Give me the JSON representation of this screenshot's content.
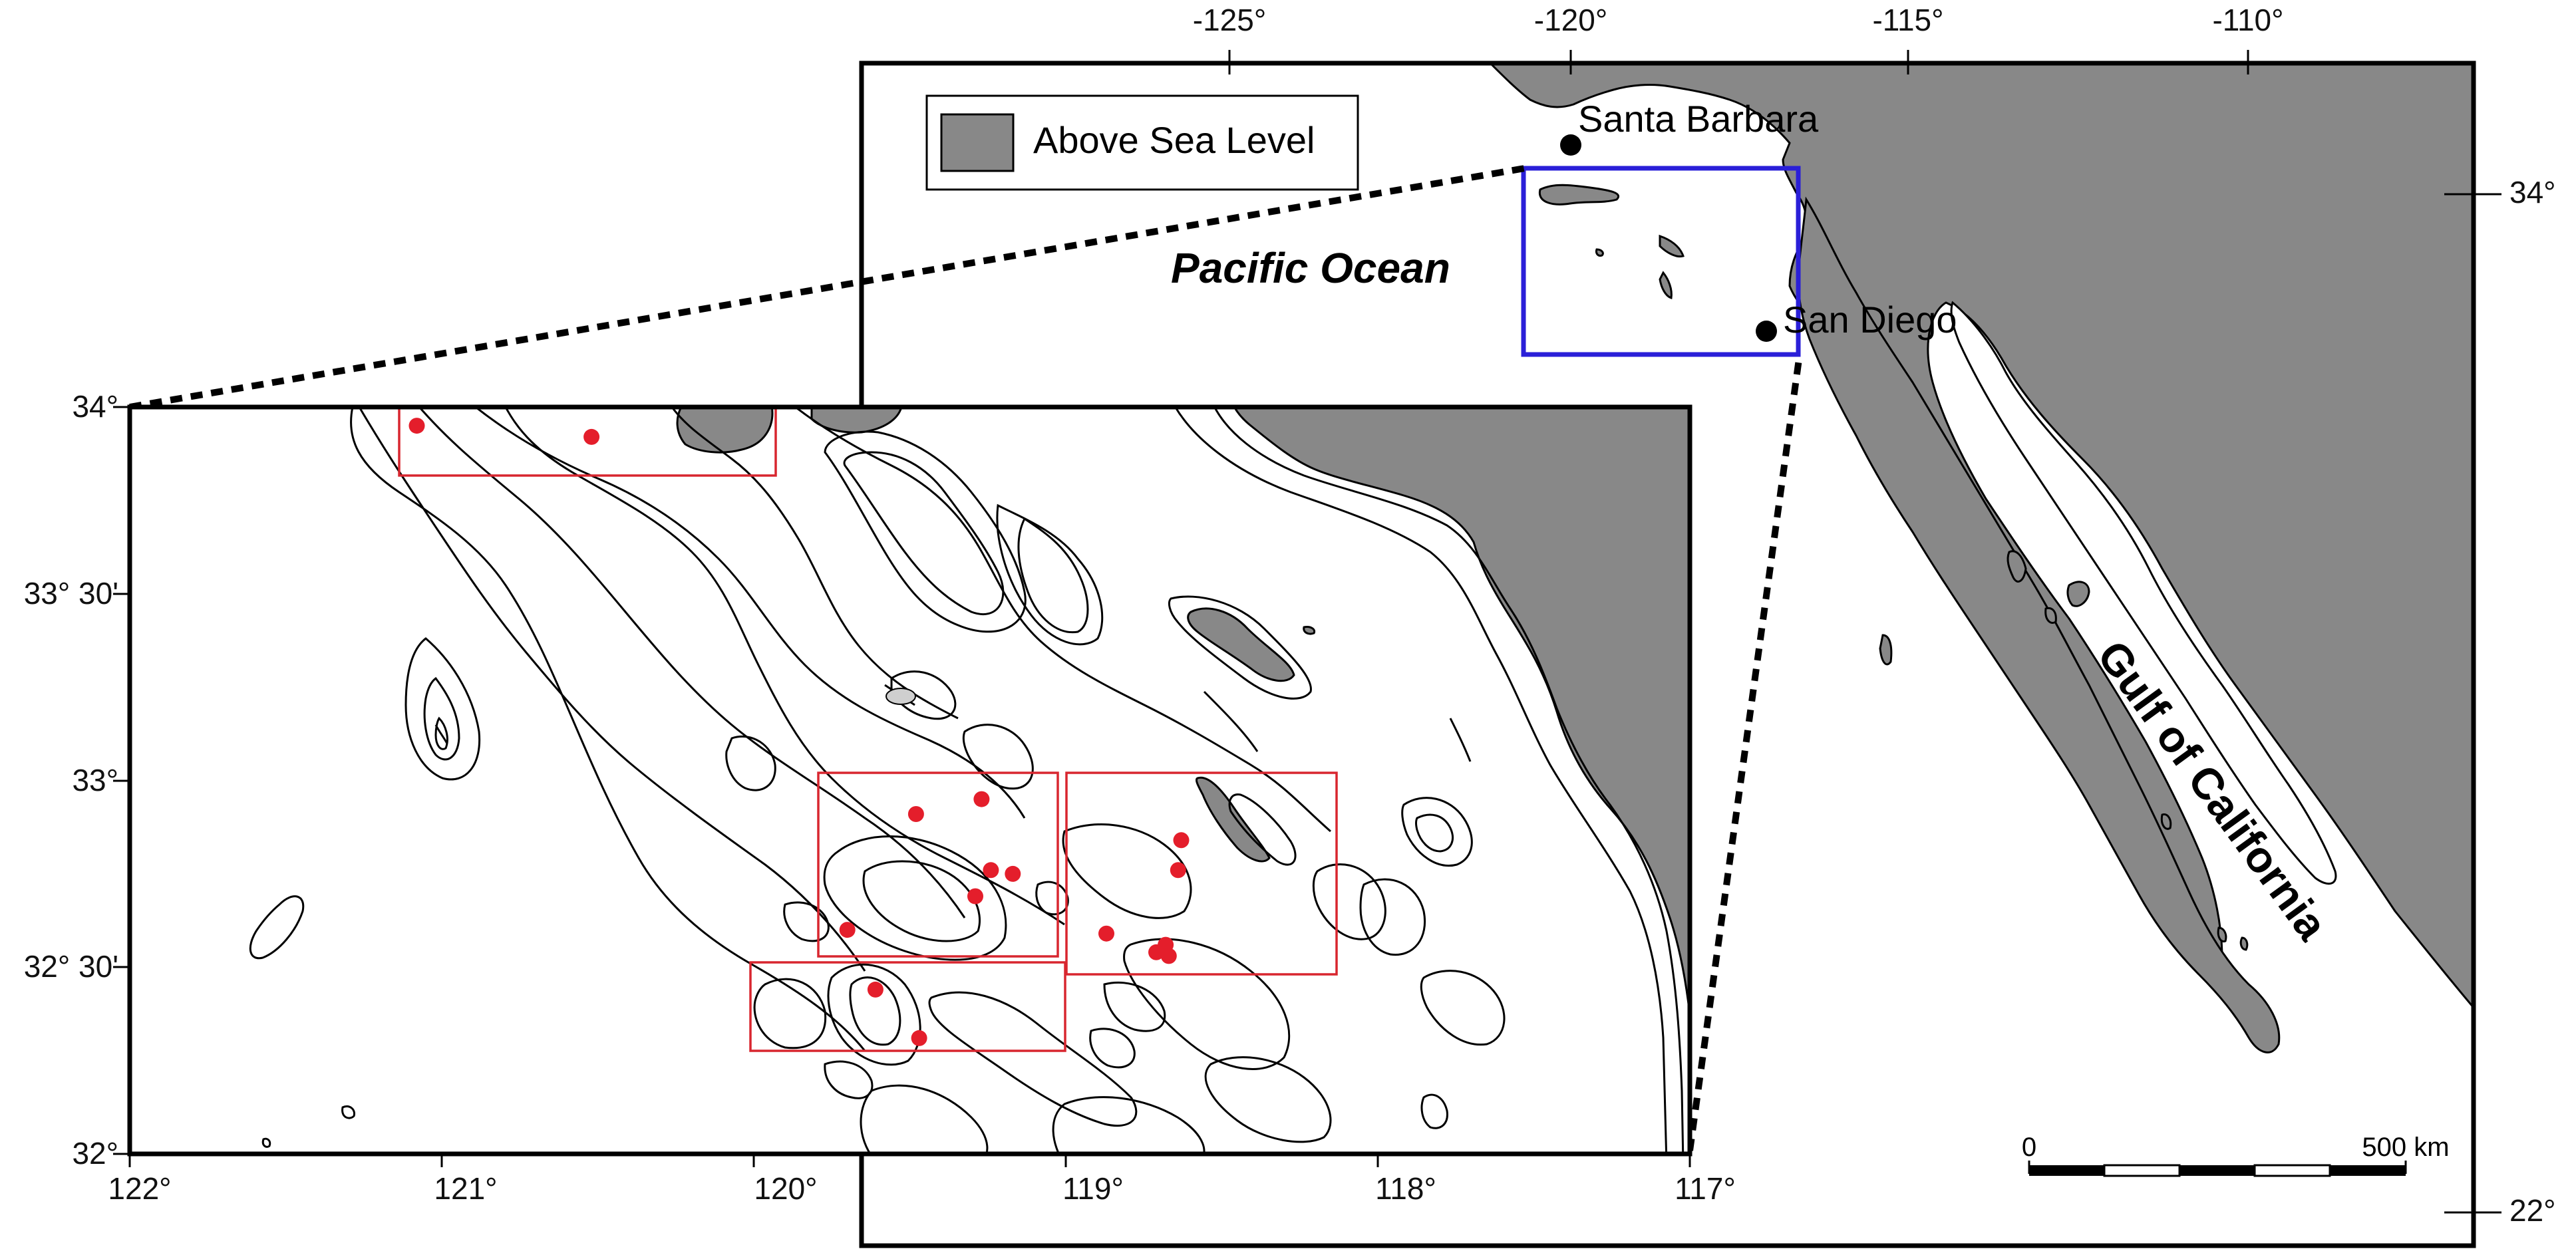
{
  "legend": {
    "label": "Above Sea Level",
    "swatch_color": "#888888"
  },
  "overview_map": {
    "longitude_ticks": [
      "-125°",
      "-120°",
      "-115°",
      "-110°"
    ],
    "latitude_ticks": [
      "34°",
      "22°"
    ],
    "places": [
      {
        "name": "Santa Barbara",
        "lon": -119.7,
        "lat": 34.4
      },
      {
        "name": "San Diego",
        "lon": -117.2,
        "lat": 32.7
      }
    ],
    "water_labels": {
      "ocean": "Pacific Ocean",
      "gulf": "Gulf of California"
    },
    "scale_bar": {
      "start_label": "0",
      "end_label": "500 km",
      "segments": 5
    },
    "inset_box_color": "#2a1fd8"
  },
  "detail_map": {
    "longitude_ticks": [
      "122°",
      "121°",
      "120°",
      "119°",
      "118°",
      "117°"
    ],
    "latitude_ticks": [
      "34°",
      "33° 30'",
      "33°",
      "32° 30'",
      "32°"
    ],
    "sample_color": "#e41e2b",
    "sample_points": [
      {
        "lon": -121.08,
        "lat": 33.95
      },
      {
        "lon": -120.52,
        "lat": 33.92
      },
      {
        "lon": -119.48,
        "lat": 32.91
      },
      {
        "lon": -119.27,
        "lat": 32.95
      },
      {
        "lon": -119.24,
        "lat": 32.76
      },
      {
        "lon": -119.17,
        "lat": 32.75
      },
      {
        "lon": -119.29,
        "lat": 32.69
      },
      {
        "lon": -119.7,
        "lat": 32.6
      },
      {
        "lon": -118.63,
        "lat": 32.84
      },
      {
        "lon": -118.64,
        "lat": 32.76
      },
      {
        "lon": -118.87,
        "lat": 32.59
      },
      {
        "lon": -118.68,
        "lat": 32.56
      },
      {
        "lon": -118.71,
        "lat": 32.54
      },
      {
        "lon": -118.67,
        "lat": 32.53
      },
      {
        "lon": -119.61,
        "lat": 32.44
      },
      {
        "lon": -119.47,
        "lat": 32.31
      }
    ]
  }
}
